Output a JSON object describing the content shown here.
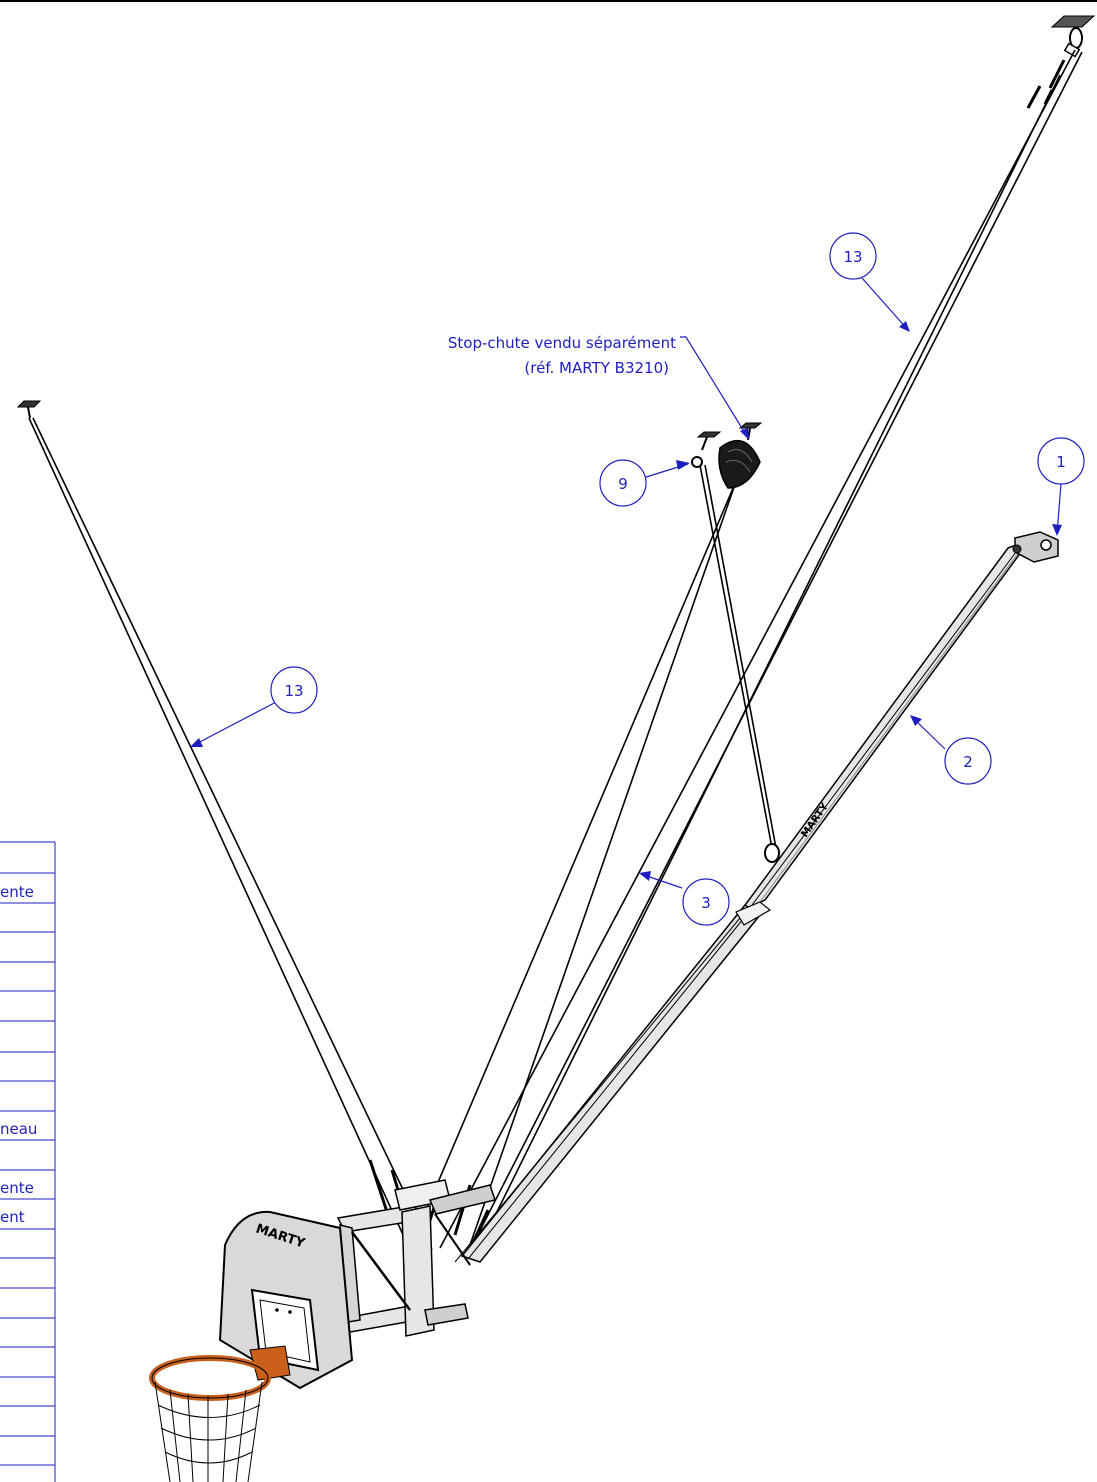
{
  "callouts": [
    {
      "id": "c1",
      "label": "1"
    },
    {
      "id": "c2",
      "label": "2"
    },
    {
      "id": "c3",
      "label": "3"
    },
    {
      "id": "c9",
      "label": "9"
    },
    {
      "id": "c13a",
      "label": "13"
    },
    {
      "id": "c13b",
      "label": "13"
    }
  ],
  "note": {
    "line1": "Stop-chute vendu séparément",
    "line2": "(réf. MARTY B3210)"
  },
  "table_fragments": {
    "row3": "ente",
    "row10": "neau",
    "row12": "ente",
    "row13": "ent"
  },
  "logos": {
    "board": "MARTY",
    "arm": "MARTY"
  },
  "colors": {
    "annotation": "#2020c0",
    "line": "#000000",
    "rim": "#c8601c",
    "arm_fill": "#e6e6e6",
    "board_fill": "#d9d9d9"
  }
}
